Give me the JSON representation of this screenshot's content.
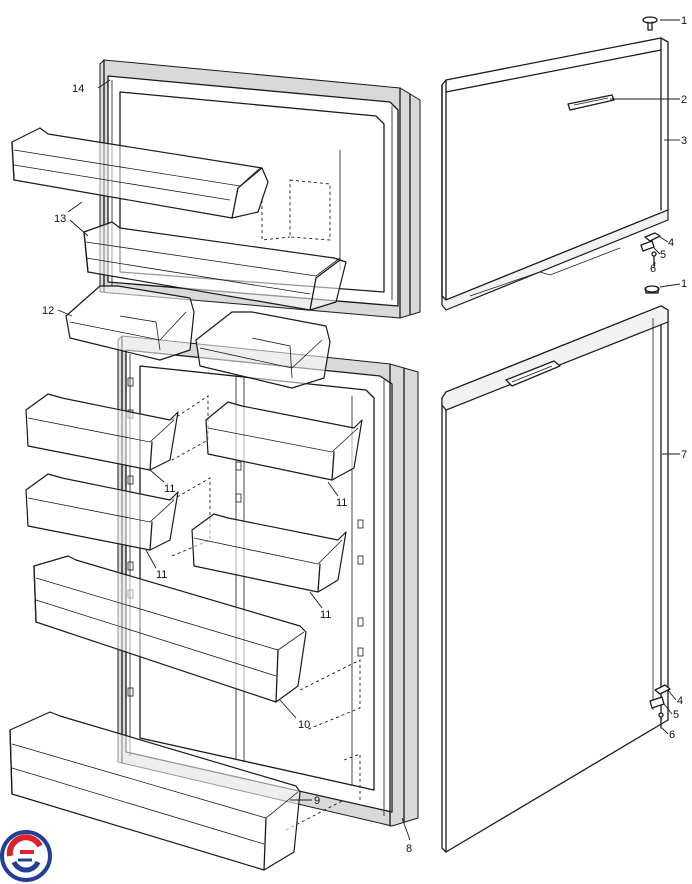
{
  "diagram": {
    "callouts": [
      {
        "id": "c1a",
        "label": "1"
      },
      {
        "id": "c2",
        "label": "2"
      },
      {
        "id": "c3",
        "label": "3"
      },
      {
        "id": "c4a",
        "label": "4"
      },
      {
        "id": "c5a",
        "label": "5"
      },
      {
        "id": "c6a",
        "label": "6"
      },
      {
        "id": "c1b",
        "label": "1"
      },
      {
        "id": "c7",
        "label": "7"
      },
      {
        "id": "c4b",
        "label": "4"
      },
      {
        "id": "c5b",
        "label": "5"
      },
      {
        "id": "c6b",
        "label": "6"
      },
      {
        "id": "c8",
        "label": "8"
      },
      {
        "id": "c9",
        "label": "9"
      },
      {
        "id": "c10",
        "label": "10"
      },
      {
        "id": "c11a",
        "label": "11"
      },
      {
        "id": "c11b",
        "label": "11"
      },
      {
        "id": "c11c",
        "label": "11"
      },
      {
        "id": "c11d",
        "label": "11"
      },
      {
        "id": "c12",
        "label": "12"
      },
      {
        "id": "c13",
        "label": "13"
      },
      {
        "id": "c14",
        "label": "14"
      }
    ]
  },
  "colors": {
    "line": "#1a1a1a",
    "logo_blue": "#1f3f99",
    "logo_red": "#d9232d"
  },
  "icons": {
    "logo": "circular-swirl-logo"
  }
}
